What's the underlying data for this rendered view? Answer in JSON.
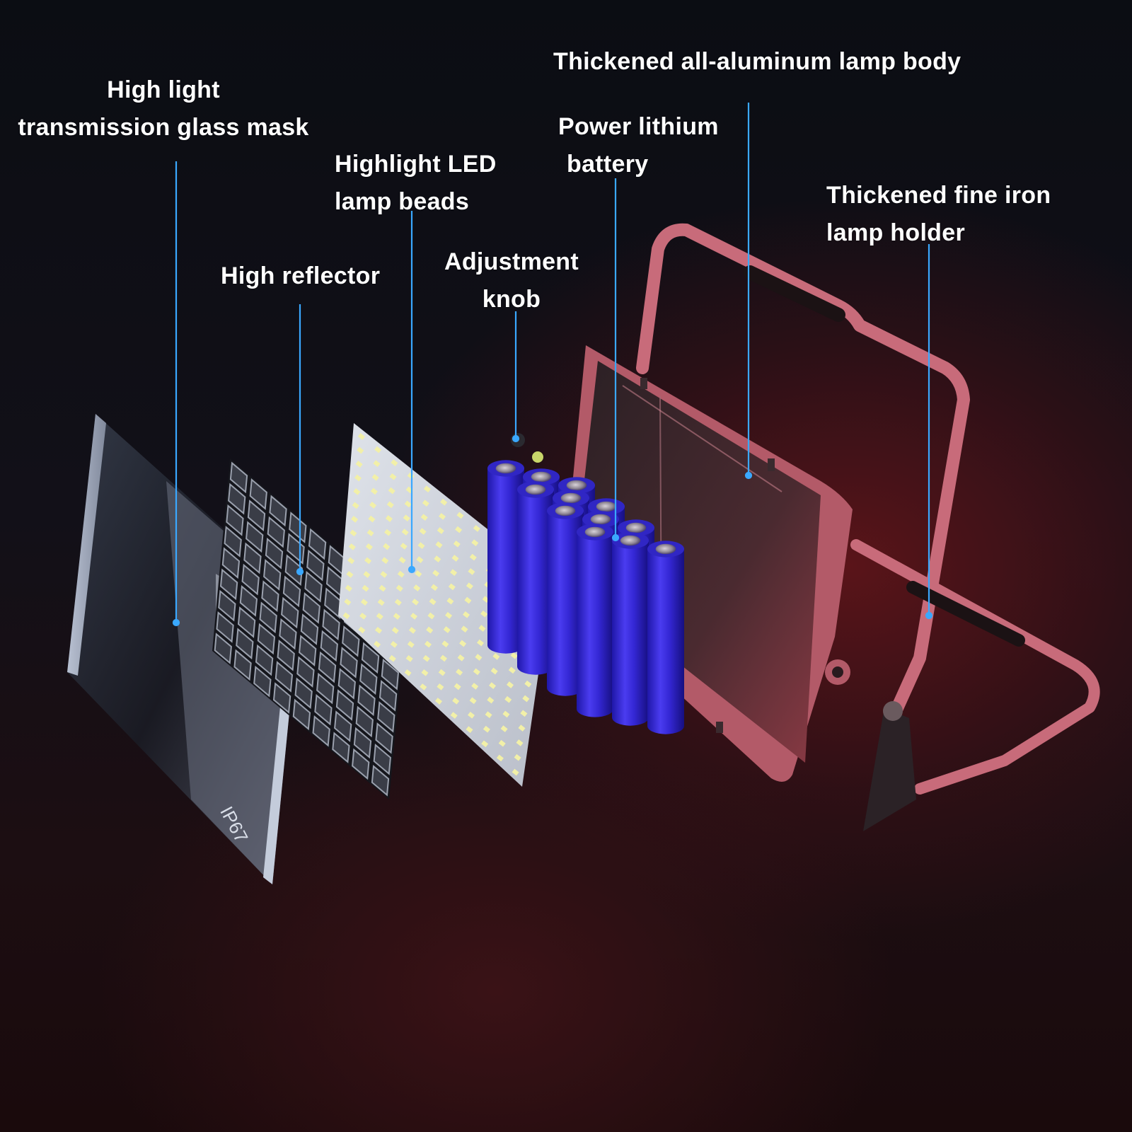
{
  "labels": {
    "glass_mask": {
      "line1": "High light",
      "line2": "transmission glass mask"
    },
    "reflector": {
      "line1": "High reflector"
    },
    "led_beads": {
      "line1": "Highlight LED",
      "line2": "lamp beads"
    },
    "knob": {
      "line1": "Adjustment",
      "line2": "knob"
    },
    "battery": {
      "line1": "Power lithium",
      "line2": "battery"
    },
    "lamp_body": {
      "line1": "Thickened all-aluminum lamp body"
    },
    "lamp_holder": {
      "line1": "Thickened fine iron",
      "line2": "lamp holder"
    }
  },
  "glass_stamp": "IP67",
  "colors": {
    "leader_line": "#3aa8ff",
    "label_text": "#ffffff",
    "battery": "#3b2fd8",
    "lamp_body": "#c46a78"
  }
}
